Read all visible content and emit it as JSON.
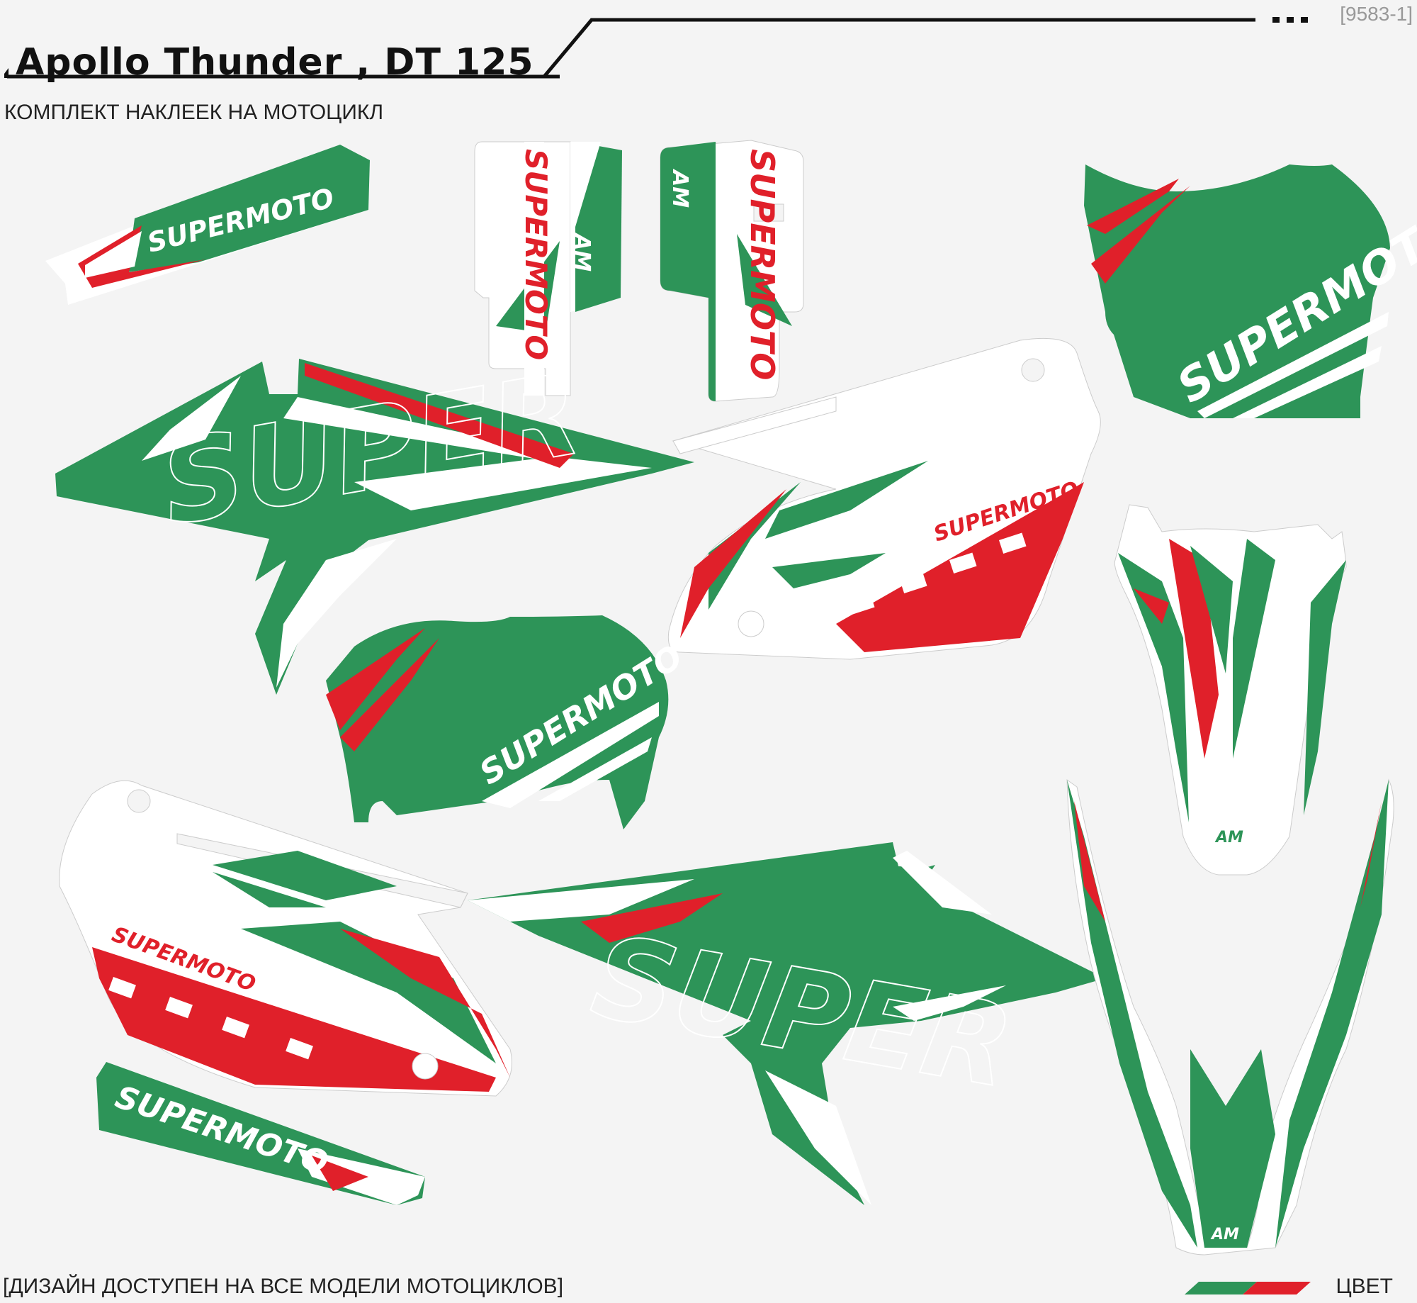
{
  "header": {
    "title": "Apollo Thunder , DT 125",
    "subtitle": "КОМПЛЕКТ НАКЛЕЕК НА МОТОЦИКЛ",
    "code": "[9583-1]"
  },
  "decals": {
    "brand_text": "SUPERMOTO",
    "outline_text": "SUPER",
    "logo_text": "AM"
  },
  "footer": {
    "note": "[ДИЗАЙН ДОСТУПЕН НА ВСЕ МОДЕЛИ МОТОЦИКЛОВ]",
    "color_label": "ЦВЕТ"
  },
  "colors": {
    "green": "#2d9458",
    "red": "#e0202a",
    "white": "#ffffff",
    "background": "#f4f4f4",
    "ink": "#111111"
  }
}
